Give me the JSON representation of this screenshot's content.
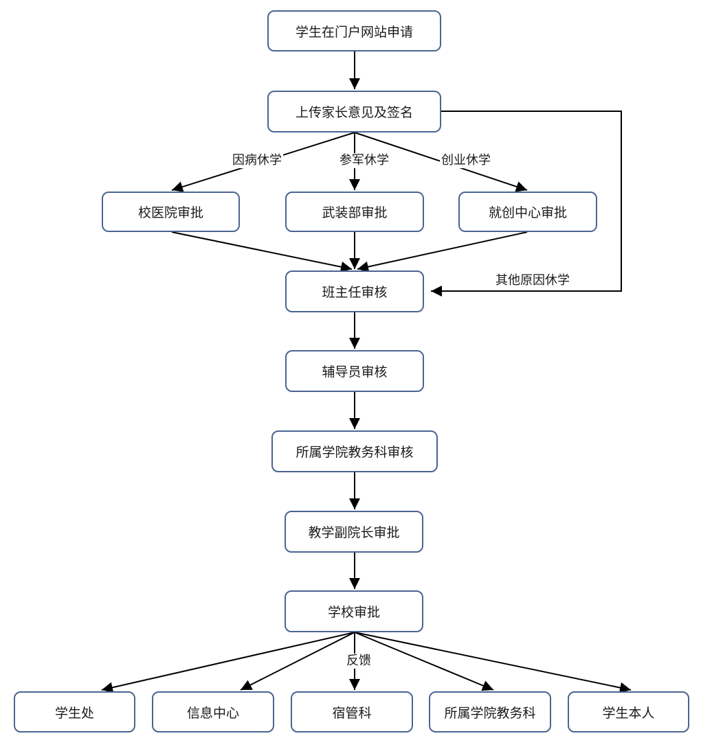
{
  "nodes": {
    "apply": "学生在门户网站申请",
    "upload": "上传家长意见及签名",
    "hospital": "校医院审批",
    "armed": "武装部审批",
    "startup": "就创中心审批",
    "headteacher": "班主任审核",
    "counselor": "辅导员审核",
    "academic": "所属学院教务科审核",
    "vicedean": "教学副院长审批",
    "school": "学校审批",
    "studentoffice": "学生处",
    "infocenter": "信息中心",
    "dorm": "宿管科",
    "collegeoffice": "所属学院教务科",
    "student": "学生本人"
  },
  "edge_labels": {
    "illness": "因病休学",
    "military": "参军休学",
    "entrepreneur": "创业休学",
    "other": "其他原因休学",
    "feedback": "反馈"
  },
  "colors": {
    "node_border": "#4a6491",
    "line": "#000000"
  }
}
